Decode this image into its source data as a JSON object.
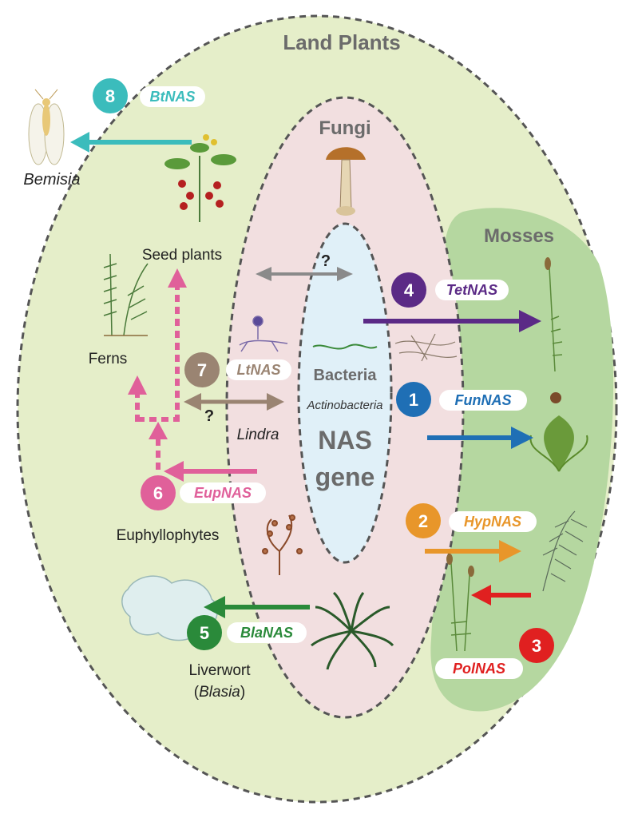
{
  "regions": {
    "land_plants": "Land Plants",
    "fungi": "Fungi",
    "mosses": "Mosses",
    "bacteria": "Bacteria",
    "actinobacteria": "Actinobacteria",
    "nas_line1": "NAS",
    "nas_line2": "gene"
  },
  "labels": {
    "bemisia": "Bemisia",
    "seed_plants": "Seed plants",
    "ferns": "Ferns",
    "lindra": "Lindra",
    "euphyllophytes": "Euphyllophytes",
    "liverwort": "Liverwort",
    "liverwort_paren_open": "(",
    "blasia": "Blasia",
    "liverwort_paren_close": ")",
    "question_1": "?",
    "question_2": "?"
  },
  "transfers": [
    {
      "number": "1",
      "name": "FunNAS",
      "color": "#1f6fb5"
    },
    {
      "number": "2",
      "name": "HypNAS",
      "color": "#e8962a"
    },
    {
      "number": "3",
      "name": "PolNAS",
      "color": "#e02020"
    },
    {
      "number": "4",
      "name": "TetNAS",
      "color": "#5b2a86"
    },
    {
      "number": "5",
      "name": "BlaNAS",
      "color": "#2a8a3a"
    },
    {
      "number": "6",
      "name": "EupNAS",
      "color": "#e0609a"
    },
    {
      "number": "7",
      "name": "LtNAS",
      "color": "#9a8472"
    },
    {
      "number": "8",
      "name": "BtNAS",
      "color": "#3bbcbc"
    }
  ],
  "colors": {
    "land_plants_fill": "#e5eec9",
    "fungi_fill": "#f2dfe0",
    "bacteria_fill": "#e0f0f8",
    "mosses_fill": "#b5d7a0",
    "outline": "#555555",
    "region_title": "#6b6b6b"
  }
}
